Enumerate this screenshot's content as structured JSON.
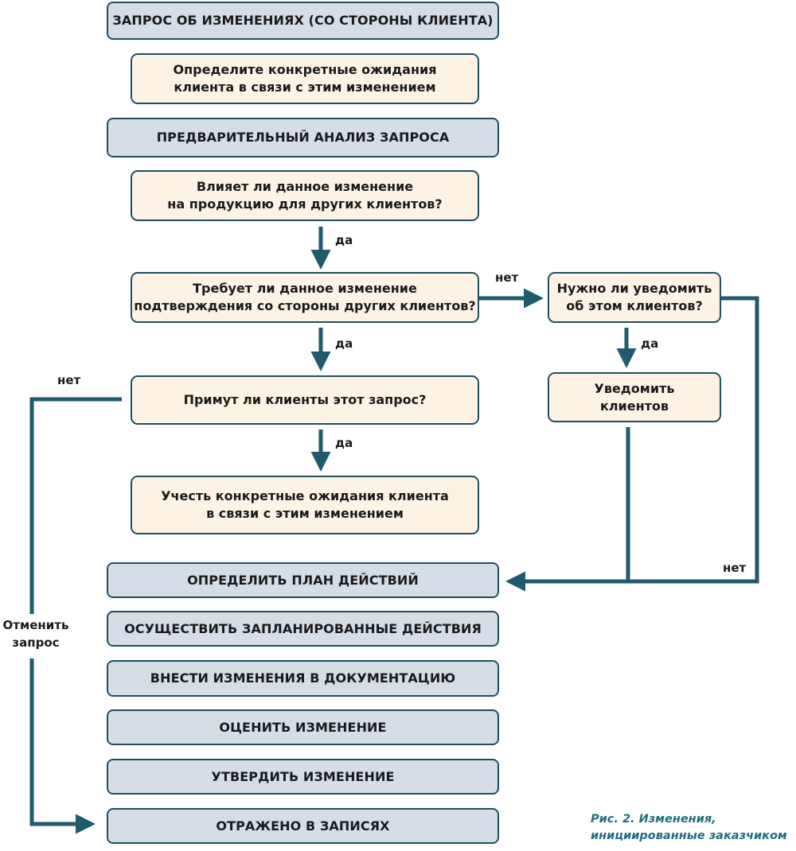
{
  "stages": {
    "request": "ЗАПРОС ОБ ИЗМЕНЕНИЯХ (СО СТОРОНЫ КЛИЕНТА)",
    "preliminary_analysis": "ПРЕДВАРИТЕЛЬНЫЙ АНАЛИЗ ЗАПРОСА",
    "plan": "ОПРЕДЕЛИТЬ ПЛАН ДЕЙСТВИЙ",
    "execute": "ОСУЩЕСТВИТЬ ЗАПЛАНИРОВАННЫЕ ДЕЙСТВИЯ",
    "documentation": "ВНЕСТИ ИЗМЕНЕНИЯ В ДОКУМЕНТАЦИЮ",
    "evaluate": "ОЦЕНИТЬ ИЗМЕНЕНИЕ",
    "approve": "УТВЕРДИТЬ ИЗМЕНЕНИЕ",
    "recorded": "ОТРАЖЕНО В ЗАПИСЯХ"
  },
  "steps": {
    "expectations": [
      "Определите конкретные ожидания",
      "клиента в связи с этим изменением"
    ],
    "affects_others": [
      "Влияет ли данное изменение",
      "на продукцию для других клиентов?"
    ],
    "needs_confirmation": [
      "Требует ли данное изменение",
      "подтверждения со стороны других клиентов?"
    ],
    "will_accept": [
      "Примут ли клиенты этот запрос?"
    ],
    "account_expectations": [
      "Учесть конкретные ожидания клиента",
      "в связи с этим изменением"
    ],
    "need_notify": [
      "Нужно ли уведомить",
      "об этом клиентов?"
    ],
    "notify": [
      "Уведомить",
      "клиентов"
    ]
  },
  "labels": {
    "yes": "да",
    "no": "нет",
    "cancel": [
      "Отменить",
      "запрос"
    ]
  },
  "caption": [
    "Рис. 2. Изменения,",
    "инициированные заказчиком"
  ],
  "colors": {
    "stage_fill": "#d5dde7",
    "step_fill": "#fdf3e4",
    "border": "#1f4f5f",
    "arrow": "#1f5a6e",
    "caption": "#1f6e80"
  }
}
